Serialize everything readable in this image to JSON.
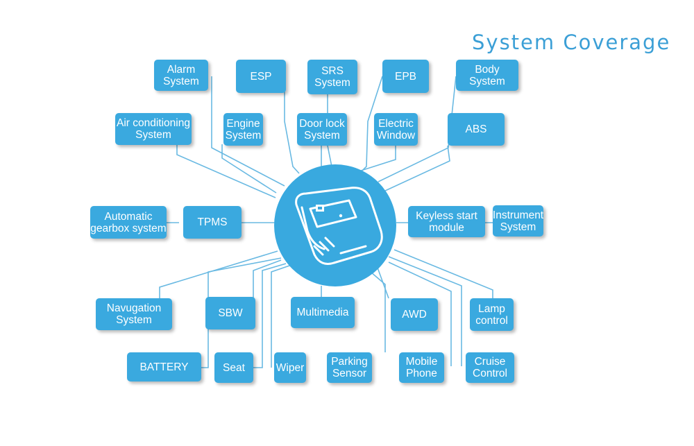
{
  "title": "System Coverage",
  "colors": {
    "accent": "#3aa9df",
    "title": "#3b9fd6",
    "line": "#69b9e2"
  },
  "hub_icon": "obd-diagnostic-device-icon",
  "nodes": [
    {
      "id": "alarm",
      "label": "Alarm\nSystem"
    },
    {
      "id": "esp",
      "label": "ESP"
    },
    {
      "id": "srs",
      "label": "SRS\nSystem"
    },
    {
      "id": "epb",
      "label": "EPB"
    },
    {
      "id": "body",
      "label": "Body\nSystem"
    },
    {
      "id": "air-conditioning",
      "label": "Air conditioning\nSystem"
    },
    {
      "id": "engine",
      "label": "Engine\nSystem"
    },
    {
      "id": "door-lock",
      "label": "Door lock\nSystem"
    },
    {
      "id": "electric-window",
      "label": "Electric\nWindow"
    },
    {
      "id": "abs",
      "label": "ABS"
    },
    {
      "id": "automatic-gearbox",
      "label": "Automatic\ngearbox system"
    },
    {
      "id": "tpms",
      "label": "TPMS"
    },
    {
      "id": "keyless-start",
      "label": "Keyless start\nmodule"
    },
    {
      "id": "instrument",
      "label": "Instrument\nSystem"
    },
    {
      "id": "navigation",
      "label": "Navugation\nSystem"
    },
    {
      "id": "sbw",
      "label": "SBW"
    },
    {
      "id": "multimedia",
      "label": "Multimedia"
    },
    {
      "id": "awd",
      "label": "AWD"
    },
    {
      "id": "lamp-control",
      "label": "Lamp\ncontrol"
    },
    {
      "id": "battery",
      "label": "BATTERY"
    },
    {
      "id": "seat",
      "label": "Seat"
    },
    {
      "id": "wiper",
      "label": "Wiper"
    },
    {
      "id": "parking-sensor",
      "label": "Parking\nSensor"
    },
    {
      "id": "mobile-phone",
      "label": "Mobile\nPhone"
    },
    {
      "id": "cruise-control",
      "label": "Cruise\nControl"
    }
  ]
}
